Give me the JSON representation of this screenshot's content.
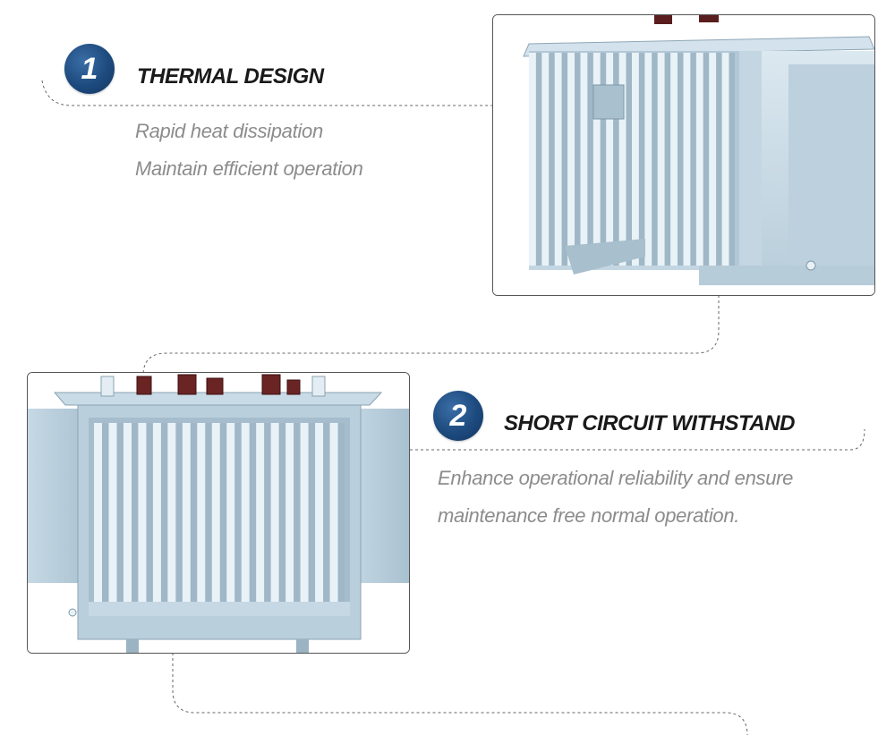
{
  "features": [
    {
      "number": "1",
      "title": "THERMAL DESIGN",
      "lines": [
        "Rapid heat dissipation",
        "Maintain efficient operation"
      ],
      "image": "transformer-photo-radiator-closeup"
    },
    {
      "number": "2",
      "title": "SHORT CIRCUIT WITHSTAND",
      "lines": [
        "Enhance operational reliability and ensure",
        "maintenance free normal operation."
      ],
      "image": "transformer-photo-front"
    }
  ],
  "colors": {
    "badge": "#1d4a7e",
    "transformer_body": "#c9dbe7",
    "dashed_line": "#666666"
  }
}
